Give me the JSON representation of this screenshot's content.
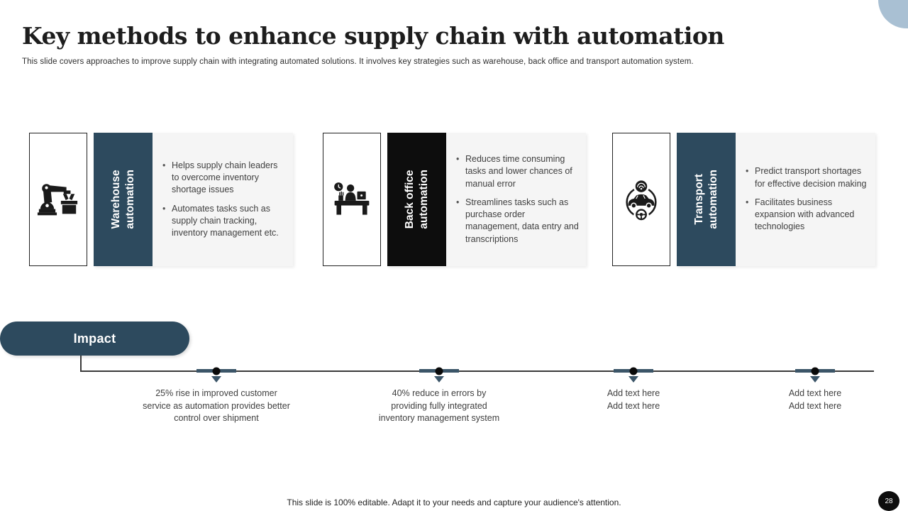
{
  "slide": {
    "title": "Key methods to enhance supply chain with automation",
    "subtitle": "This slide covers approaches to improve supply chain with integrating automated solutions. It involves key strategies such as warehouse, back office and transport automation system.",
    "footer_note": "This slide is 100% editable. Adapt it to your needs and capture your audience's attention.",
    "page_number": "28"
  },
  "colors": {
    "slate": "#2d4a5e",
    "panel_black": "#0d0d0d",
    "panel_gray": "#f5f5f5",
    "accent_circle": "#a9c0d3",
    "body_text": "#404040"
  },
  "cards": [
    {
      "id": "warehouse-automation",
      "icon": "robot-arm-icon",
      "label_lines": [
        "Warehouse",
        "automation"
      ],
      "bullets": [
        "Helps supply chain leaders to overcome inventory shortage issues",
        "Automates tasks such as supply chain tracking, inventory management etc."
      ]
    },
    {
      "id": "back-office-automation",
      "icon": "office-desk-icon",
      "label_lines": [
        "Back office",
        "automation"
      ],
      "bullets": [
        "Reduces time consuming tasks and lower chances of manual error",
        "Streamlines tasks such as purchase order management, data entry and transcriptions"
      ]
    },
    {
      "id": "transport-automation",
      "icon": "autonomous-car-icon",
      "label_lines": [
        "Transport",
        "automation"
      ],
      "bullets": [
        "Predict transport shortages for effective decision making",
        "Facilitates business expansion with advanced technologies"
      ]
    }
  ],
  "impact": {
    "label": "Impact",
    "milestones": [
      {
        "lines": [
          "25% rise in improved customer service as automation provides better control over shipment"
        ]
      },
      {
        "lines": [
          "40% reduce in errors by providing fully integrated inventory management system"
        ]
      },
      {
        "lines": [
          "Add text here",
          "Add text here"
        ]
      },
      {
        "lines": [
          "Add text here",
          "Add text here"
        ]
      }
    ]
  }
}
